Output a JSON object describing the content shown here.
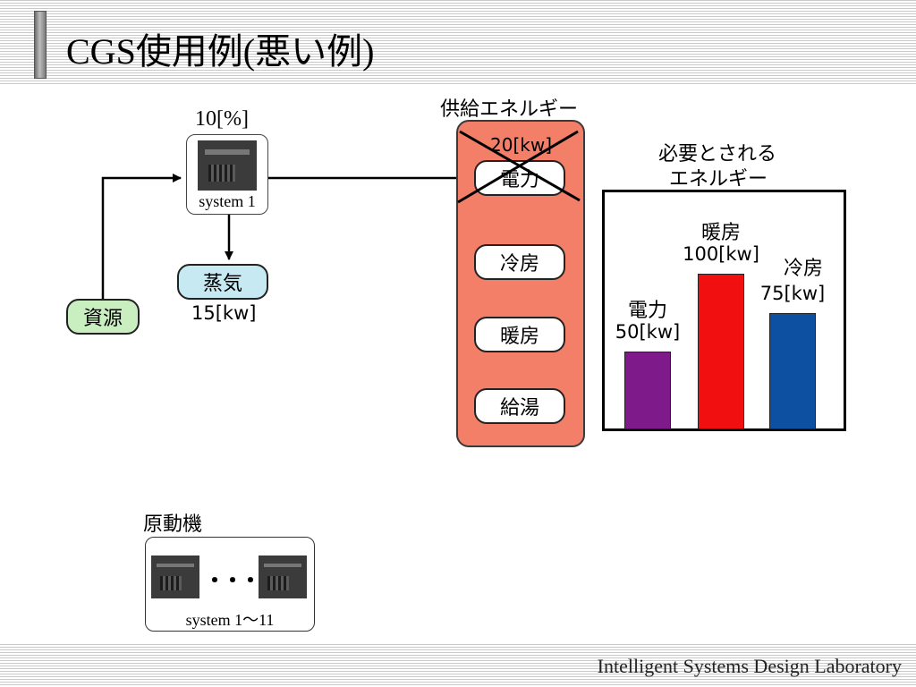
{
  "slide": {
    "title": "CGS使用例(悪い例)",
    "footer": "Intelligent Systems Design Laboratory"
  },
  "diagram": {
    "resource_label": "資源",
    "cgs_efficiency": "10[%]",
    "cgs_system_label": "system 1",
    "steam_label": "蒸気",
    "steam_value": "15[kw]",
    "supply_title": "供給エネルギー",
    "supply_power_value": "20[kw]",
    "supply_items": [
      "電力",
      "冷房",
      "暖房",
      "給湯"
    ],
    "prime_mover_title": "原動機",
    "prime_mover_ellipsis": "・・・",
    "prime_mover_system_label": "system 1～11"
  },
  "chart_data": {
    "type": "bar",
    "title": "必要とされる\nエネルギー",
    "title_lines": [
      "必要とされる",
      "エネルギー"
    ],
    "categories": [
      "電力",
      "暖房",
      "冷房"
    ],
    "values": [
      50,
      100,
      75
    ],
    "value_labels": [
      "50[kw]",
      "100[kw]",
      "75[kw]"
    ],
    "unit": "kw",
    "colors": [
      "#7e1a8a",
      "#f20f0f",
      "#0d4fa0"
    ],
    "ylim": [
      0,
      100
    ],
    "grid": false,
    "legend": "none"
  }
}
